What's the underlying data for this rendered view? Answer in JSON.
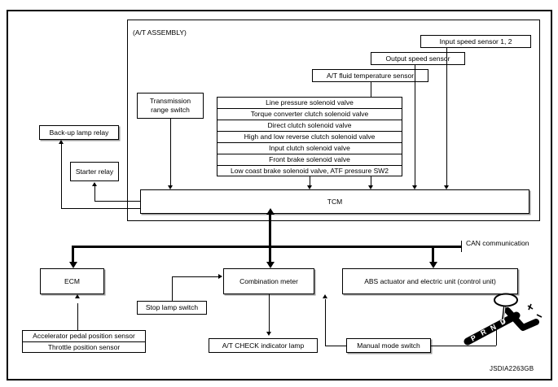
{
  "figure": {
    "code": "JSDIA2263GB",
    "assembly_title": "(A/T ASSEMBLY)",
    "can_label": "CAN communication"
  },
  "at_assembly": {
    "transmission_range_switch": {
      "line1": "Transmission",
      "line2": "range switch"
    },
    "solenoid_list": [
      "Line pressure solenoid valve",
      "Torque converter clutch solenoid valve",
      "Direct clutch solenoid valve",
      "High and low reverse clutch solenoid valve",
      "Input clutch solenoid valve",
      "Front brake solenoid valve",
      "Low coast brake solenoid valve, ATF pressure SW2"
    ],
    "sensors": [
      "A/T fluid temperature sensor",
      "Output speed sensor",
      "Input speed sensor 1, 2"
    ],
    "tcm": "TCM"
  },
  "relays": {
    "back_up_lamp_relay": "Back-up lamp relay",
    "starter_relay": "Starter relay"
  },
  "can_nodes": {
    "ecm": "ECM",
    "combination_meter": "Combination meter",
    "abs_unit": "ABS actuator and electric unit (control unit)"
  },
  "engine_sensors": [
    "Accelerator pedal position sensor",
    "Throttle position sensor"
  ],
  "switches": {
    "stop_lamp_switch": "Stop lamp switch",
    "manual_mode_switch": "Manual mode switch",
    "at_check_indicator_lamp": "A/T CHECK indicator lamp"
  },
  "shift_lever": {
    "gate_positions": "P R N D",
    "icon": "shift-lever-icon"
  },
  "colors": {
    "line": "#000000",
    "background": "#ffffff",
    "shadow": "#9a9a9a"
  }
}
